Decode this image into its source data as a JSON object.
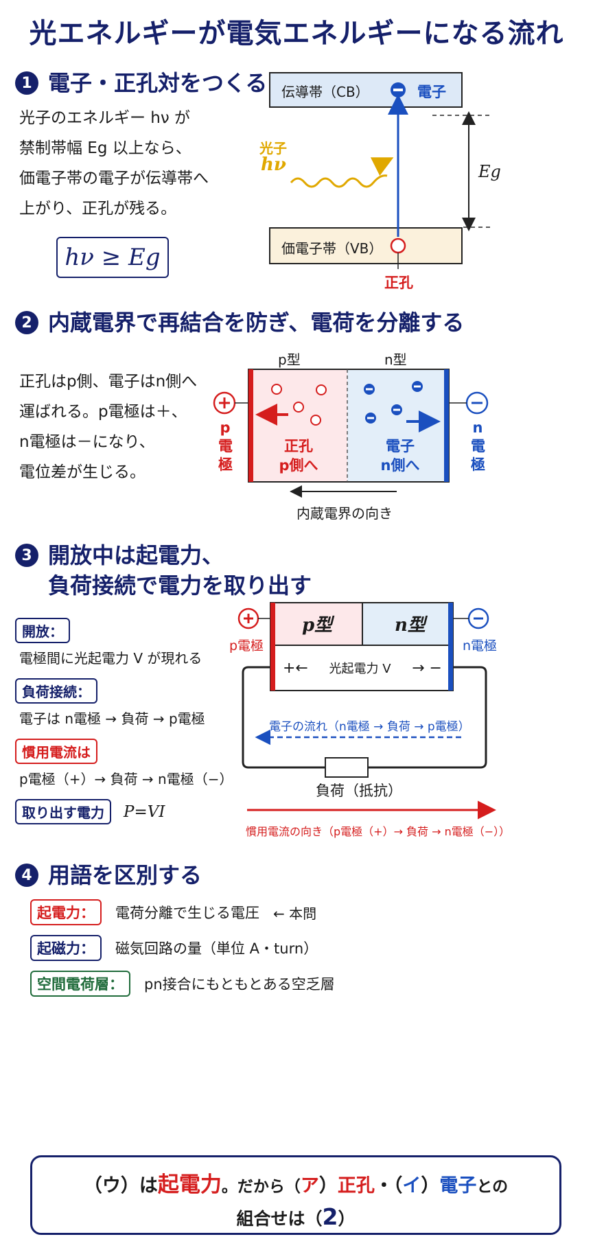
{
  "title": "光エネルギーが電気エネルギーになる流れ",
  "colors": {
    "navy": "#15206a",
    "red": "#d51d1d",
    "blue": "#1a4fbf",
    "gold": "#e0a800",
    "green": "#1f6b3a",
    "cb_fill": "#dde9f7",
    "vb_fill": "#fbf1dc",
    "p_fill": "#fde8ea",
    "n_fill": "#e3eef9"
  },
  "s1": {
    "num": "1",
    "heading": "電子・正孔対をつくる",
    "lines": [
      "光子のエネルギー hν が",
      "禁制帯幅 Eg 以上なら、",
      "価電子帯の電子が伝導帯へ",
      "上がり、正孔が残る。"
    ],
    "formula": "hν ≥ Eg",
    "cb_label": "伝導帯（CB）",
    "vb_label": "価電子帯（VB）",
    "electron_label": "電子",
    "hole_label": "正孔",
    "photon_label": "光子",
    "photon_symbol": "hν",
    "gap_label": "Eg"
  },
  "s2": {
    "num": "2",
    "heading": "内蔵電界で再結合を防ぎ、電荷を分離する",
    "lines": [
      "正孔はp側、電子はn側へ",
      "運ばれる。p電極は＋、",
      "n電極は－になり、",
      "電位差が生じる。"
    ],
    "p_type": "p型",
    "n_type": "n型",
    "p_side_text": [
      "正孔",
      "p側へ"
    ],
    "n_side_text": [
      "電子",
      "n側へ"
    ],
    "p_electrode": [
      "p",
      "電",
      "極"
    ],
    "n_electrode": [
      "n",
      "電",
      "極"
    ],
    "field_label": "内蔵電界の向き"
  },
  "s3": {
    "num": "3",
    "heading_line1": "開放中は起電力、",
    "heading_line2": "負荷接続で電力を取り出す",
    "items": [
      {
        "tag": "開放：",
        "text": "電極間に光起電力 V が現れる"
      },
      {
        "tag": "負荷接続：",
        "text": "電子は n電極 → 負荷 → p電極"
      },
      {
        "tag": "慣用電流は",
        "text": "p電極（+）→ 負荷 → n電極（−）"
      },
      {
        "tag": "取り出す電力",
        "text": "P=VI"
      }
    ],
    "p_type": "p型",
    "n_type": "n型",
    "p_electrode": "p電極",
    "n_electrode": "n電極",
    "emf_label": "光起電力 V",
    "electron_flow": "電子の流れ（n電極 → 負荷 → p電極）",
    "load_label": "負荷（抵抗）",
    "current_label": "慣用電流の向き（p電極（+）→ 負荷 → n電極（−））"
  },
  "s4": {
    "num": "4",
    "heading": "用語を区別する",
    "terms": [
      {
        "tag": "起電力：",
        "text": "電荷分離で生じる電圧",
        "note": "← 本問"
      },
      {
        "tag": "起磁力：",
        "text": "磁気回路の量（単位 A・turn）",
        "note": ""
      },
      {
        "tag": "空間電荷層：",
        "text": "pn接合にもともとある空乏層",
        "note": ""
      }
    ]
  },
  "final": {
    "line1_a": "（ウ）は",
    "line1_b": "起電力",
    "line1_c": "。だから（",
    "line1_d": "ア",
    "line1_e": "）",
    "line1_f": "正孔",
    "line1_g": "・（",
    "line1_h": "イ",
    "line1_i": "）",
    "line1_j": "電子",
    "line1_k": "との",
    "line2_a": "組合せは（",
    "line2_b": "2",
    "line2_c": "）"
  }
}
